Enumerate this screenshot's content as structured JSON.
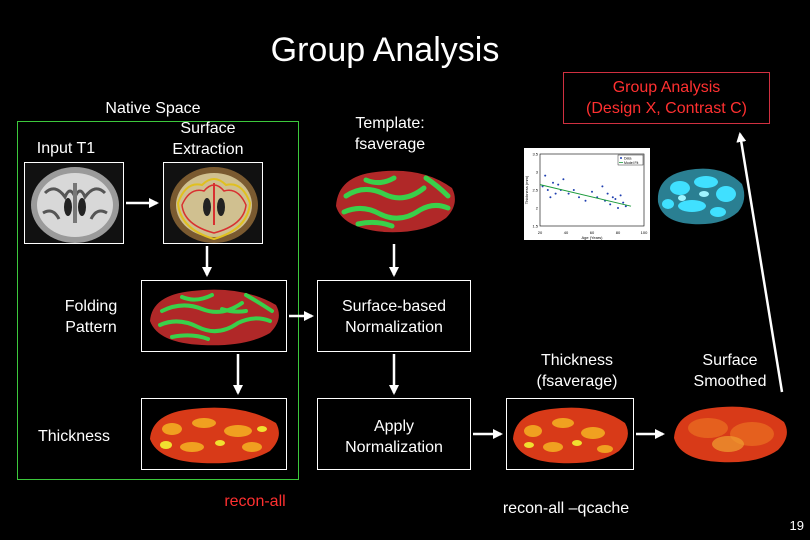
{
  "slide": {
    "title": "Group Analysis",
    "page_number": "19"
  },
  "labels": {
    "native_space": "Native Space",
    "input_t1": "Input T1",
    "surface_extraction": [
      "Surface",
      "Extraction"
    ],
    "folding_pattern": [
      "Folding",
      "Pattern"
    ],
    "thickness": "Thickness",
    "template": [
      "Template:",
      "fsaverage"
    ],
    "surface_normalization": [
      "Surface-based",
      "Normalization"
    ],
    "apply_normalization": [
      "Apply",
      "Normalization"
    ],
    "thickness_fsaverage": [
      "Thickness",
      "(fsaverage)"
    ],
    "surface_smoothed": [
      "Surface",
      "Smoothed"
    ],
    "group_analysis_box": [
      "Group Analysis",
      "(Design X, Contrast C)"
    ],
    "recon_all": "recon-all",
    "recon_all_qcache": "recon-all –qcache"
  },
  "colors": {
    "native_box": "#3cc83c",
    "group_box": "#d03040",
    "recon_all_text": "#ff3030",
    "brain_green": "#3ad04a",
    "brain_red": "#b02828"
  },
  "chart_data": {
    "type": "scatter",
    "title": "",
    "xlabel": "Age (Years)",
    "ylabel": "Thickness (mm)",
    "xlim": [
      20,
      100
    ],
    "ylim": [
      1.5,
      3.5
    ],
    "legend": [
      "Data",
      "Model Fit"
    ],
    "x_ticks": [
      "20",
      "40",
      "60",
      "80",
      "100"
    ],
    "y_ticks": [
      "1.5",
      "2",
      "2.5",
      "3",
      "3.5"
    ],
    "series": [
      {
        "name": "Data",
        "x": [
          22,
          24,
          26,
          28,
          30,
          32,
          34,
          36,
          38,
          42,
          46,
          50,
          55,
          60,
          64,
          68,
          70,
          72,
          74,
          76,
          78,
          80,
          82,
          84,
          86
        ],
        "y": [
          2.6,
          2.9,
          2.5,
          2.3,
          2.7,
          2.4,
          2.65,
          2.5,
          2.8,
          2.4,
          2.5,
          2.3,
          2.2,
          2.45,
          2.3,
          2.6,
          2.2,
          2.4,
          2.1,
          2.3,
          2.25,
          2.0,
          2.35,
          2.15,
          2.05
        ]
      },
      {
        "name": "Model Fit",
        "x": [
          20,
          90
        ],
        "y": [
          2.65,
          2.05
        ]
      }
    ]
  }
}
